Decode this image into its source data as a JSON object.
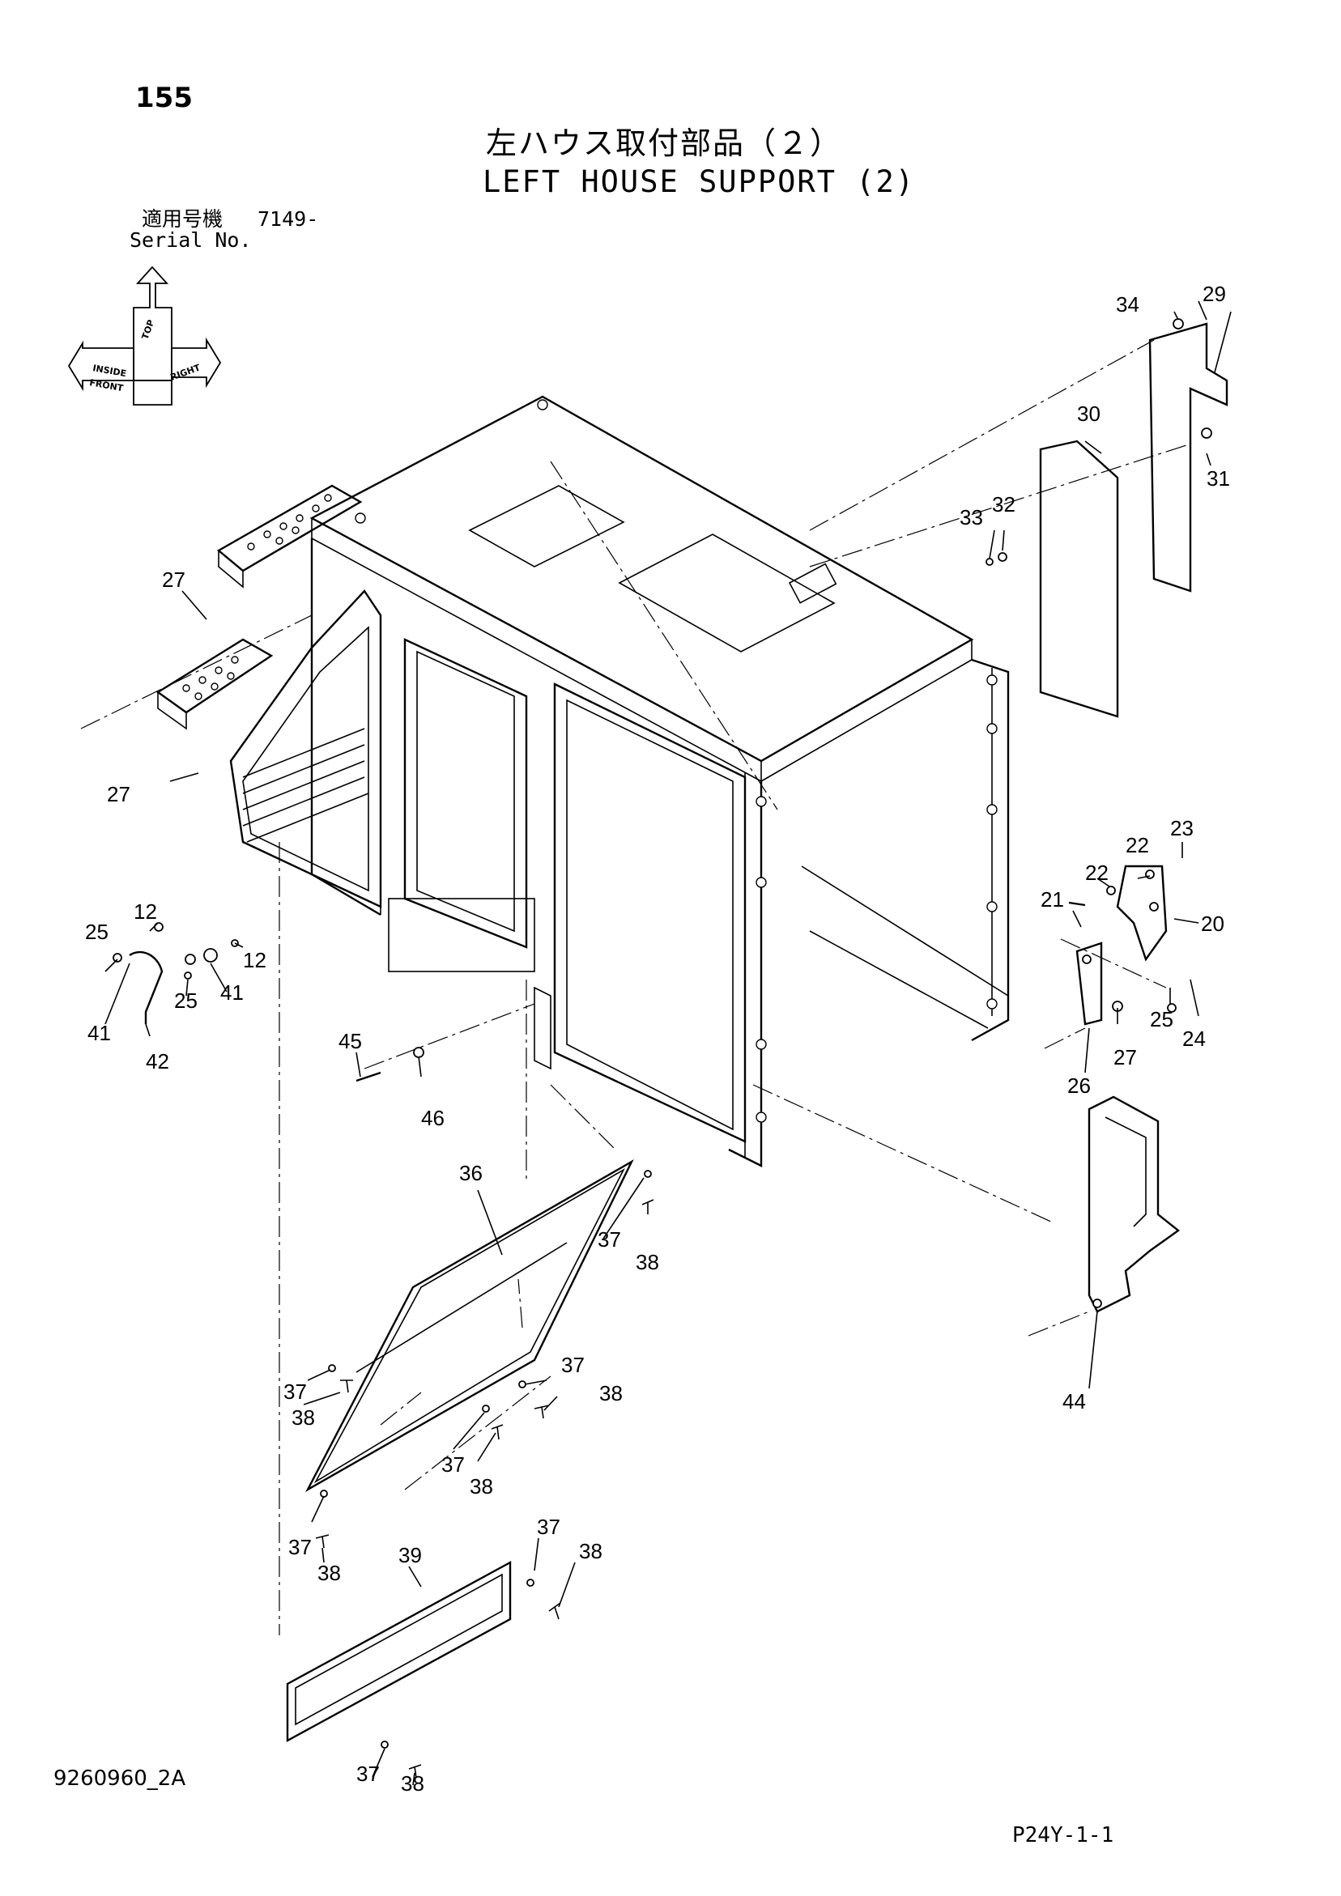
{
  "header": {
    "page_number": "155",
    "title_jp": "左ハウス取付部品（２）",
    "title_en": "LEFT HOUSE SUPPORT (2)",
    "serial_label_jp": "適用号機",
    "serial_value": "7149-",
    "serial_label_en": "Serial No."
  },
  "orientation_icon": {
    "labels": [
      "TOP",
      "FRONT",
      "INSIDE",
      "RIGHT"
    ]
  },
  "callouts": [
    {
      "id": "c29",
      "label": "29"
    },
    {
      "id": "c34",
      "label": "34"
    },
    {
      "id": "c30",
      "label": "30"
    },
    {
      "id": "c31",
      "label": "31"
    },
    {
      "id": "c32",
      "label": "32"
    },
    {
      "id": "c33",
      "label": "33"
    },
    {
      "id": "c27a",
      "label": "27"
    },
    {
      "id": "c27b",
      "label": "27"
    },
    {
      "id": "c12a",
      "label": "12"
    },
    {
      "id": "c12b",
      "label": "12"
    },
    {
      "id": "c25a",
      "label": "25"
    },
    {
      "id": "c25b",
      "label": "25"
    },
    {
      "id": "c41a",
      "label": "41"
    },
    {
      "id": "c41b",
      "label": "41"
    },
    {
      "id": "c42",
      "label": "42"
    },
    {
      "id": "c45",
      "label": "45"
    },
    {
      "id": "c46",
      "label": "46"
    },
    {
      "id": "c23",
      "label": "23"
    },
    {
      "id": "c22a",
      "label": "22"
    },
    {
      "id": "c22b",
      "label": "22"
    },
    {
      "id": "c21",
      "label": "21"
    },
    {
      "id": "c20",
      "label": "20"
    },
    {
      "id": "c25c",
      "label": "25"
    },
    {
      "id": "c24",
      "label": "24"
    },
    {
      "id": "c27c",
      "label": "27"
    },
    {
      "id": "c26",
      "label": "26"
    },
    {
      "id": "c36",
      "label": "36"
    },
    {
      "id": "c37a",
      "label": "37"
    },
    {
      "id": "c38a",
      "label": "38"
    },
    {
      "id": "c37b",
      "label": "37"
    },
    {
      "id": "c38b",
      "label": "38"
    },
    {
      "id": "c37c",
      "label": "37"
    },
    {
      "id": "c38c",
      "label": "38"
    },
    {
      "id": "c37d",
      "label": "37"
    },
    {
      "id": "c38d",
      "label": "38"
    },
    {
      "id": "c37e",
      "label": "37"
    },
    {
      "id": "c38e",
      "label": "38"
    },
    {
      "id": "c39",
      "label": "39"
    },
    {
      "id": "c37f",
      "label": "37"
    },
    {
      "id": "c38f",
      "label": "38"
    },
    {
      "id": "c37g",
      "label": "37"
    },
    {
      "id": "c38g",
      "label": "38"
    },
    {
      "id": "c44",
      "label": "44"
    }
  ],
  "footer": {
    "drawing_number": "9260960_2A",
    "page_code": "P24Y-1-1"
  }
}
